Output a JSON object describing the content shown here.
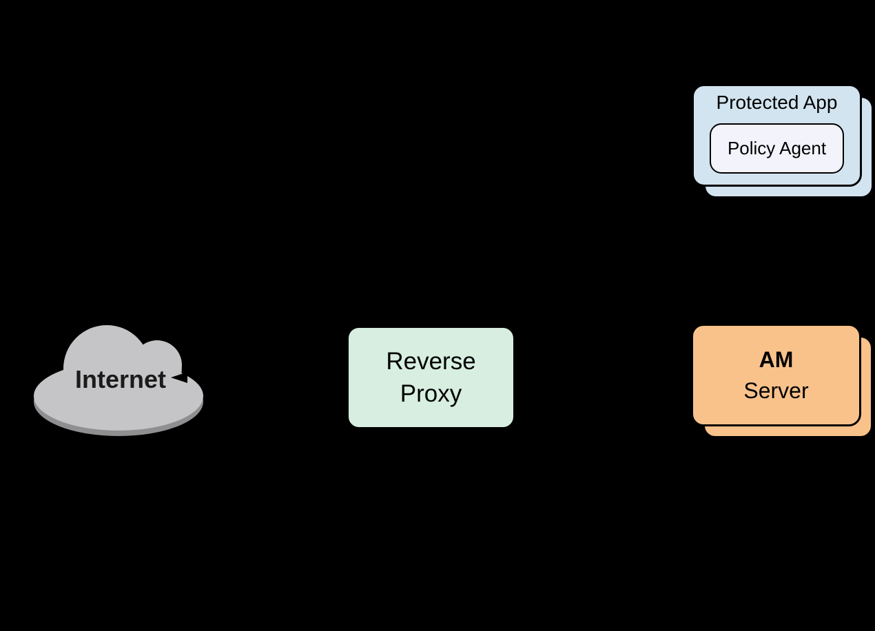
{
  "canvas": {
    "background": "#000000"
  },
  "nodes": {
    "protected_app": {
      "label": "Protected App",
      "fill": "#d2e4f0",
      "border_color": "#000000"
    },
    "policy_agent": {
      "label": "Policy Agent",
      "fill": "#f2f3fb",
      "border_color": "#000000"
    },
    "internet": {
      "label": "Internet",
      "fill": "#c5c5c7",
      "shadow_color": "#8f8f91"
    },
    "reverse_proxy": {
      "line1": "Reverse",
      "line2": "Proxy",
      "fill": "#d7eee1",
      "border_color": "#000000"
    },
    "am_server": {
      "line1": "AM",
      "line2": "Server",
      "fill": "#f9c28b",
      "border_color": "#000000"
    }
  }
}
